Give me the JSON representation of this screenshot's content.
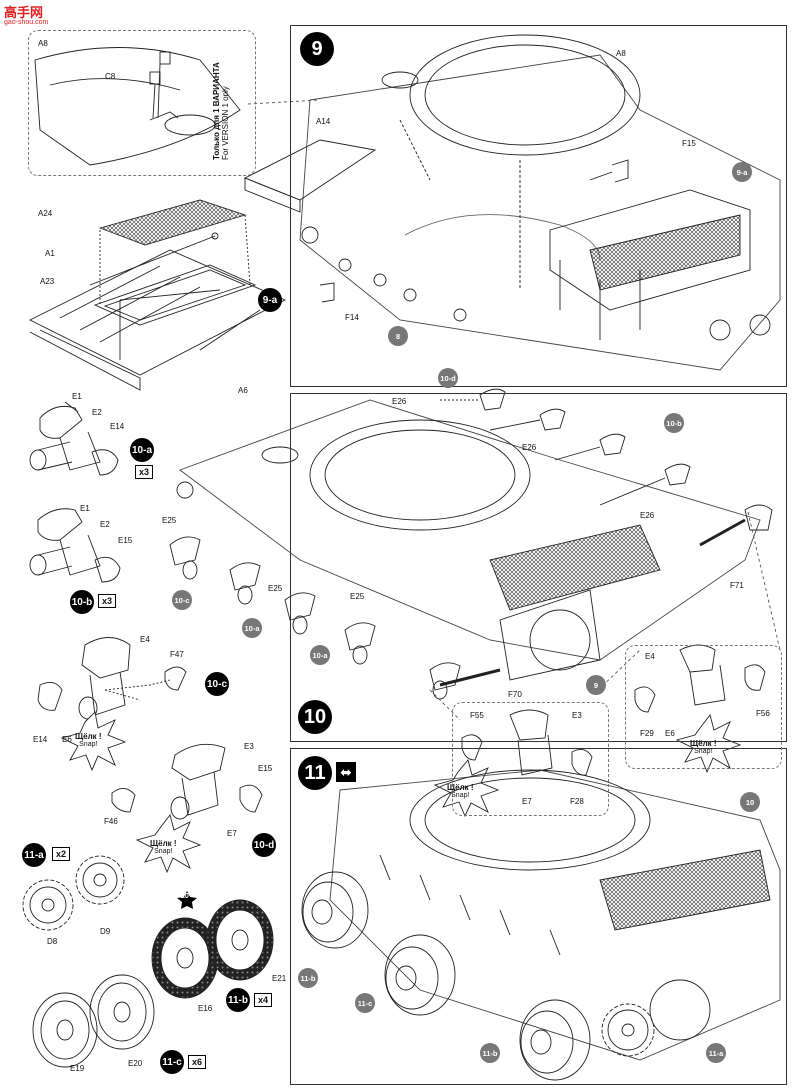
{
  "watermark": {
    "site": "高手网",
    "url": "gao-shou.com"
  },
  "version_note": {
    "ru": "Только для 1 ВАРИАНТА",
    "en": "For VERSION 1 only"
  },
  "steps": [
    "9",
    "10",
    "11"
  ],
  "badges": {
    "b9a": "9-a",
    "b10a": "10-a",
    "b10b": "10-b",
    "b10c": "10-c",
    "b10d": "10-d",
    "b11a": "11-a",
    "b11b": "11-b",
    "b11c": "11-c",
    "star": "20"
  },
  "multipliers": {
    "x3a": "x3",
    "x3b": "x3",
    "x2": "x2",
    "x4": "x4",
    "x6": "x6"
  },
  "grey_badges": {
    "g9a": "9-a",
    "g8": "8",
    "g10d": "10-d",
    "g10b": "10-b",
    "g10c": "10-c",
    "g10a1": "10-a",
    "g10a2": "10-a",
    "g9": "9",
    "g10": "10",
    "g11b1": "11-b",
    "g11c": "11-c",
    "g11b2": "11-b",
    "g11a": "11-a"
  },
  "snap": {
    "ru": "Щёлк !",
    "en": "Snap!"
  },
  "parts": {
    "p_a8_in": "A8",
    "p_c8": "C8",
    "p_a24": "A24",
    "p_a1": "A1",
    "p_a23": "A23",
    "p_a6": "A6",
    "p_a8": "A8",
    "p_a14": "A14",
    "p_f15": "F15",
    "p_f14": "F14",
    "p_e1a": "E1",
    "p_e2a": "E2",
    "p_e14a": "E14",
    "p_e1b": "E1",
    "p_e2b": "E2",
    "p_e15b": "E15",
    "p_e4": "E4",
    "p_f47": "F47",
    "p_e14c": "E14",
    "p_e6": "E6",
    "p_e3": "E3",
    "p_e15d": "E15",
    "p_f46": "F46",
    "p_e7": "E7",
    "p_e26a": "E26",
    "p_e26b": "E26",
    "p_e26c": "E26",
    "p_e25a": "E25",
    "p_e25b": "E25",
    "p_e25c": "E25",
    "p_f71": "F71",
    "p_f70": "F70",
    "p_e4r": "E4",
    "p_f29": "F29",
    "p_e6r": "E6",
    "p_f56": "F56",
    "p_f55": "F55",
    "p_e3r": "E3",
    "p_e7r": "E7",
    "p_f28": "F28",
    "p_d8": "D8",
    "p_d9": "D9",
    "p_e21": "E21",
    "p_e16": "E16",
    "p_e19": "E19",
    "p_e20": "E20"
  }
}
